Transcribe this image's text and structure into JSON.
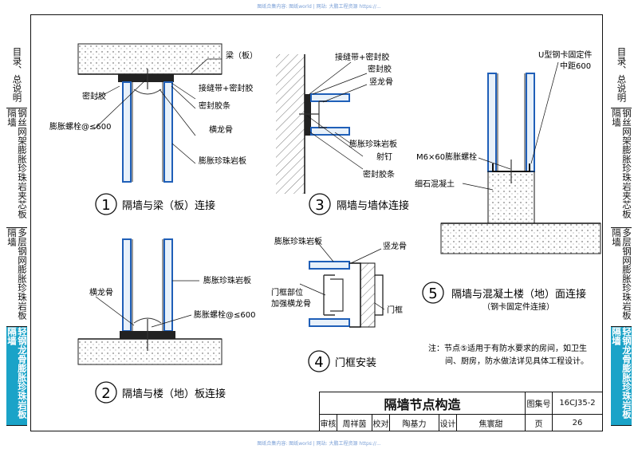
{
  "watermark": "图纸合集内容: 图纸world | 网站: 大鹏工程资源 https://...",
  "left_tabs": [
    {
      "label": "目录、总说明"
    },
    {
      "label": "钢丝网架膨胀珍珠岩夹芯板隔墙"
    },
    {
      "label": "多层钢网膨胀珍珠岩板隔墙"
    },
    {
      "label": "轻钢龙骨膨胀珍珠岩板隔墙"
    }
  ],
  "right_tabs": [
    {
      "label": "目录、总说明"
    },
    {
      "label": "钢丝网架膨胀珍珠岩夹芯板隔墙"
    },
    {
      "label": "多层钢网膨胀珍珠岩板隔墙"
    },
    {
      "label": "轻钢龙骨膨胀珍珠岩板隔墙"
    }
  ],
  "detail1": {
    "num": "1",
    "title": "隔墙与梁（板）连接",
    "labels": {
      "beam": "梁（板）",
      "joint": "接缝带+密封胶",
      "sealant": "密封胶",
      "strip": "密封胶条",
      "bolt": "膨胀螺栓@≤600",
      "track": "横龙骨",
      "board": "膨胀珍珠岩板"
    }
  },
  "detail2": {
    "num": "2",
    "title": "隔墙与楼（地）板连接",
    "labels": {
      "track": "横龙骨",
      "board": "膨胀珍珠岩板",
      "bolt": "膨胀螺栓@≤600"
    }
  },
  "detail3": {
    "num": "3",
    "title": "隔墙与墙体连接",
    "labels": {
      "joint": "接缝带+密封胶",
      "sealant": "密封胶",
      "stud": "竖龙骨",
      "board": "膨胀珍珠岩板",
      "nail": "射钉",
      "strip": "密封胶条"
    }
  },
  "detail4": {
    "num": "4",
    "title": "门框安装",
    "labels": {
      "board": "膨胀珍珠岩板",
      "stud": "竖龙骨",
      "reinforce1": "门框部位",
      "reinforce2": "加强横龙骨",
      "frame": "门框"
    }
  },
  "detail5": {
    "num": "5",
    "title": "隔墙与混凝土楼（地）面连接",
    "subtitle": "（钢卡固定件连接）",
    "labels": {
      "clip1": "U型钢卡固定件",
      "clip2": "中距600",
      "bolt": "M6×60膨胀螺栓",
      "concrete": "细石混凝土"
    }
  },
  "note": {
    "line1": "注：节点⑤适用于有防水要求的房间，如卫生",
    "line2": "间、厨房，防水做法详见具体工程设计。"
  },
  "title_block": {
    "title": "隔墙节点构造",
    "atlas_label": "图集号",
    "atlas_no": "16CJ35-2",
    "review_label": "审核",
    "reviewer": "周祥茵",
    "check_label": "校对",
    "checker": "陶基力",
    "design_label": "设计",
    "designer": "焦寰甜",
    "page_label": "页",
    "page_no": "26"
  }
}
